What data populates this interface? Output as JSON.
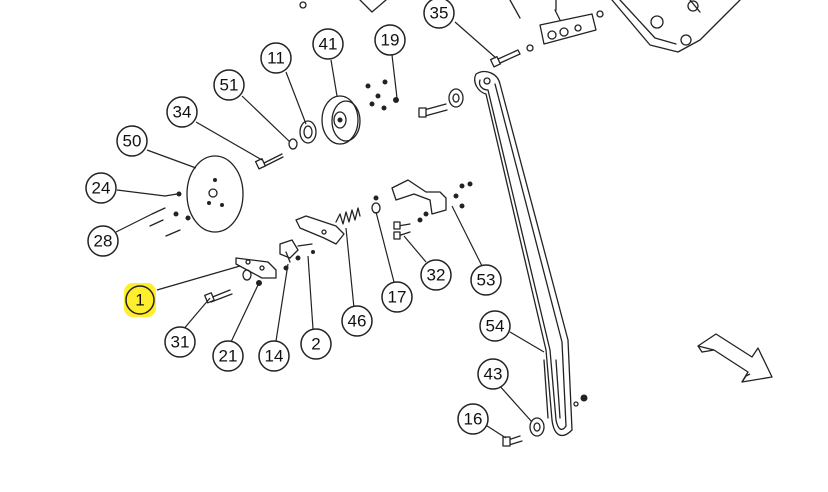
{
  "callouts": [
    {
      "label": "35"
    },
    {
      "label": "11"
    },
    {
      "label": "41"
    },
    {
      "label": "19"
    },
    {
      "label": "51"
    },
    {
      "label": "34"
    },
    {
      "label": "50"
    },
    {
      "label": "24"
    },
    {
      "label": "28"
    },
    {
      "label": "1"
    },
    {
      "label": "31"
    },
    {
      "label": "21"
    },
    {
      "label": "14"
    },
    {
      "label": "2"
    },
    {
      "label": "46"
    },
    {
      "label": "17"
    },
    {
      "label": "32"
    },
    {
      "label": "53"
    },
    {
      "label": "54"
    },
    {
      "label": "43"
    },
    {
      "label": "16"
    }
  ],
  "highlighted_callout": "1",
  "colors": {
    "highlight": "#ffee2e",
    "line": "#222222",
    "background": "#ffffff"
  },
  "direction_arrow": "arrow-icon"
}
